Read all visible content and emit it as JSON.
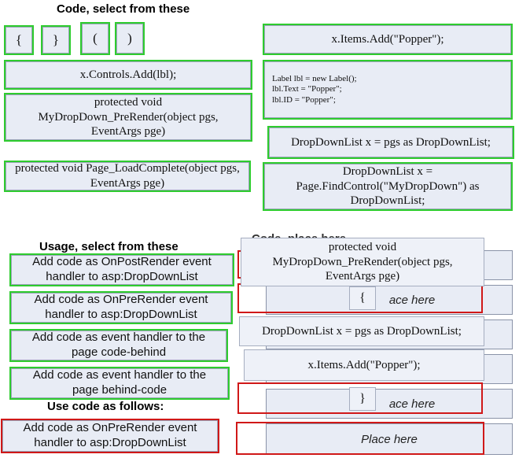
{
  "code_section": {
    "heading": "Code, select from these",
    "tokens": [
      "{",
      "}",
      "(",
      ")"
    ],
    "items": {
      "controls_add": "x.Controls.Add(lbl);",
      "prerender": "protected void\nMyDropDown_PreRender(object pgs,\nEventArgs pge)",
      "page_loadcomplete": "protected void Page_LoadComplete(object pgs,\nEventArgs pge)",
      "items_add": "x.Items.Add(\"Popper\");",
      "label_block": "Label lbl = new Label();\nlbl.Text = \"Popper\";\nlbl.ID = \"Popper\";",
      "dropdown_cast": "DropDownList x = pgs as DropDownList;",
      "dropdown_find": "DropDownList x =\nPage.FindControl(\"MyDropDown\") as\nDropDownList;"
    }
  },
  "usage_section": {
    "heading": "Usage, select from these",
    "options": [
      "Add code as OnPostRender event\nhandler to asp:DropDownList",
      "Add code as OnPreRender event\nhandler to asp:DropDownList",
      "Add code as event handler to the\npage code-behind",
      "Add code as event handler to the\npage behind-code"
    ]
  },
  "use_code_section": {
    "heading": "Use code as follows:",
    "selected_usage": "Add code as OnPreRender event\nhandler to asp:DropDownList"
  },
  "place_section": {
    "heading": "Code, place here",
    "slot_placeholder": "Place here",
    "slot_placeholder_partial": "ace here",
    "placed": {
      "prerender": "protected void\nMyDropDown_PreRender(object pgs,\nEventArgs pge)",
      "open_brace": "{",
      "dropdown_cast": "DropDownList x = pgs as DropDownList;",
      "items_add": "x.Items.Add(\"Popper\");",
      "close_brace": "}"
    }
  },
  "colors": {
    "selectable_border": "#2ecc2e",
    "placed_border": "#d01818",
    "card_background": "#e8ecf5"
  }
}
